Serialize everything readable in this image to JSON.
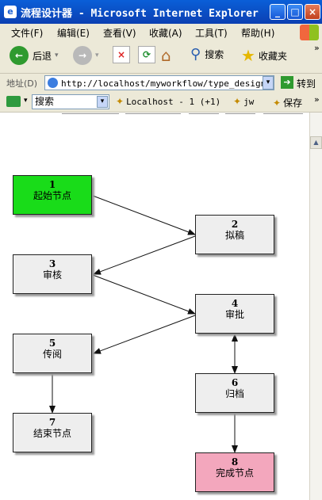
{
  "window": {
    "title": "流程设计器 - Microsoft Internet Explorer",
    "minimize": "_",
    "maximize": "□",
    "close": "×"
  },
  "menu": [
    "文件(F)",
    "编辑(E)",
    "查看(V)",
    "收藏(A)",
    "工具(T)",
    "帮助(H)"
  ],
  "toolbar": {
    "back_label": "后退",
    "search_label": "搜索",
    "favorites_label": "收藏夹",
    "more": "»"
  },
  "address": {
    "label": "地址(D)",
    "url": "http://localhost/myworkflow/type_design.as",
    "go_label": "转到"
  },
  "links": {
    "search_label": "搜索",
    "link1": "Localhost - 1 (+1)",
    "link2": "jw",
    "save_label": "保存",
    "more": "»"
  },
  "workflow": {
    "nodes": [
      {
        "id": "1",
        "name": "起始节点",
        "type": "start"
      },
      {
        "id": "2",
        "name": "拟稿",
        "type": "normal"
      },
      {
        "id": "3",
        "name": "审核",
        "type": "normal"
      },
      {
        "id": "4",
        "name": "审批",
        "type": "normal"
      },
      {
        "id": "5",
        "name": "传阅",
        "type": "normal"
      },
      {
        "id": "6",
        "name": "归档",
        "type": "normal"
      },
      {
        "id": "7",
        "name": "结束节点",
        "type": "normal"
      },
      {
        "id": "8",
        "name": "完成节点",
        "type": "done"
      }
    ],
    "edges": [
      {
        "from": "1",
        "to": "2"
      },
      {
        "from": "2",
        "to": "3"
      },
      {
        "from": "3",
        "to": "4"
      },
      {
        "from": "4",
        "to": "5"
      },
      {
        "from": "4",
        "to": "6",
        "bidirectional": true
      },
      {
        "from": "5",
        "to": "7"
      },
      {
        "from": "6",
        "to": "8"
      }
    ]
  }
}
